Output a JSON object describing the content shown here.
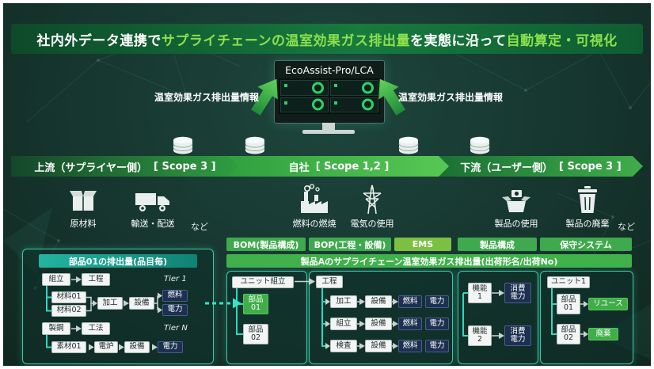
{
  "colors": {
    "background": "#16362f",
    "title_highlight": "#8ce04d",
    "band_green": "#3fae49",
    "panel_teal": "#3cc9a8",
    "navy_box": "#1d3050",
    "banner_green": "#41b14b",
    "monitor_ring_green": "#2fd069"
  },
  "title": {
    "seg1": "社内外データ連携で",
    "seg2": "サプライチェーンの温室効果ガス排出量",
    "seg3": "を実態に沿って",
    "seg4": "自動算定・可視化"
  },
  "monitor": {
    "label": "EcoAssist-Pro/LCA"
  },
  "info": {
    "left": "温室効果ガス排出量情報",
    "right": "温室効果ガス排出量情報"
  },
  "bands": [
    {
      "main": "上流（サプライヤー側）",
      "scope": "[ Scope 3 ]"
    },
    {
      "main": "自社",
      "scope": "[ Scope 1,2 ]"
    },
    {
      "main": "下流（ユーザー側）",
      "scope": "[ Scope 3 ]"
    }
  ],
  "icons": [
    {
      "name": "box-icon",
      "label": "原材料"
    },
    {
      "name": "truck-icon",
      "label": "輸送・配送",
      "suffix": "など"
    },
    {
      "name": "factory-icon",
      "label": "燃料の燃焼"
    },
    {
      "name": "power-tower-icon",
      "label": "電気の使用"
    },
    {
      "name": "product-use-icon",
      "label": "製品の使用"
    },
    {
      "name": "trash-icon",
      "label": "製品の廃棄",
      "suffix": "など"
    }
  ],
  "supplier": {
    "header": "部品01の排出量(品目毎)",
    "tier1_label": "Tier 1",
    "tierN_label": "Tier N",
    "assembly": "組立",
    "process": "工程",
    "material1": "材料01",
    "material2": "材料02",
    "machining": "加工",
    "equipment1": "設備",
    "fuel": "燃料",
    "power1": "電力",
    "steelmaking": "製鋼",
    "method": "工法",
    "raw_material": "素材01",
    "electric_furnace": "電炉",
    "equipment2": "設備",
    "power2": "電力"
  },
  "center": {
    "bom_header": "BOM(製品構成)",
    "bop_header": "BOP(工程・設備)",
    "ems_header": "EMS",
    "banner": "製品Aのサプライチェーン温室効果ガス排出量(出荷形名/出荷No)",
    "unit_assembly": "ユニット組立",
    "process": "工程",
    "part1_l1": "部品",
    "part1_l2": "01",
    "part2_l1": "部品",
    "part2_l2": "02",
    "rows": [
      {
        "step": "加工",
        "equip": "設備",
        "fuel": "燃料",
        "power": "電力"
      },
      {
        "step": "組立",
        "equip": "設備",
        "fuel": "燃料",
        "power": "電力"
      },
      {
        "step": "検査",
        "equip": "設備",
        "fuel": "燃料",
        "power": "電力"
      }
    ]
  },
  "right": {
    "product_header": "製品構成",
    "maintenance_header": "保守システム",
    "functions": [
      {
        "f1": "機能",
        "f2": "1",
        "c1": "消費",
        "c2": "電力"
      },
      {
        "f1": "機能",
        "f2": "2",
        "c1": "消費",
        "c2": "電力"
      }
    ],
    "unit": "ユニット1",
    "part1_l1": "部品",
    "part1_l2": "01",
    "part2_l1": "部品",
    "part2_l2": "02",
    "reuse": "リユース",
    "dispose": "廃棄"
  }
}
